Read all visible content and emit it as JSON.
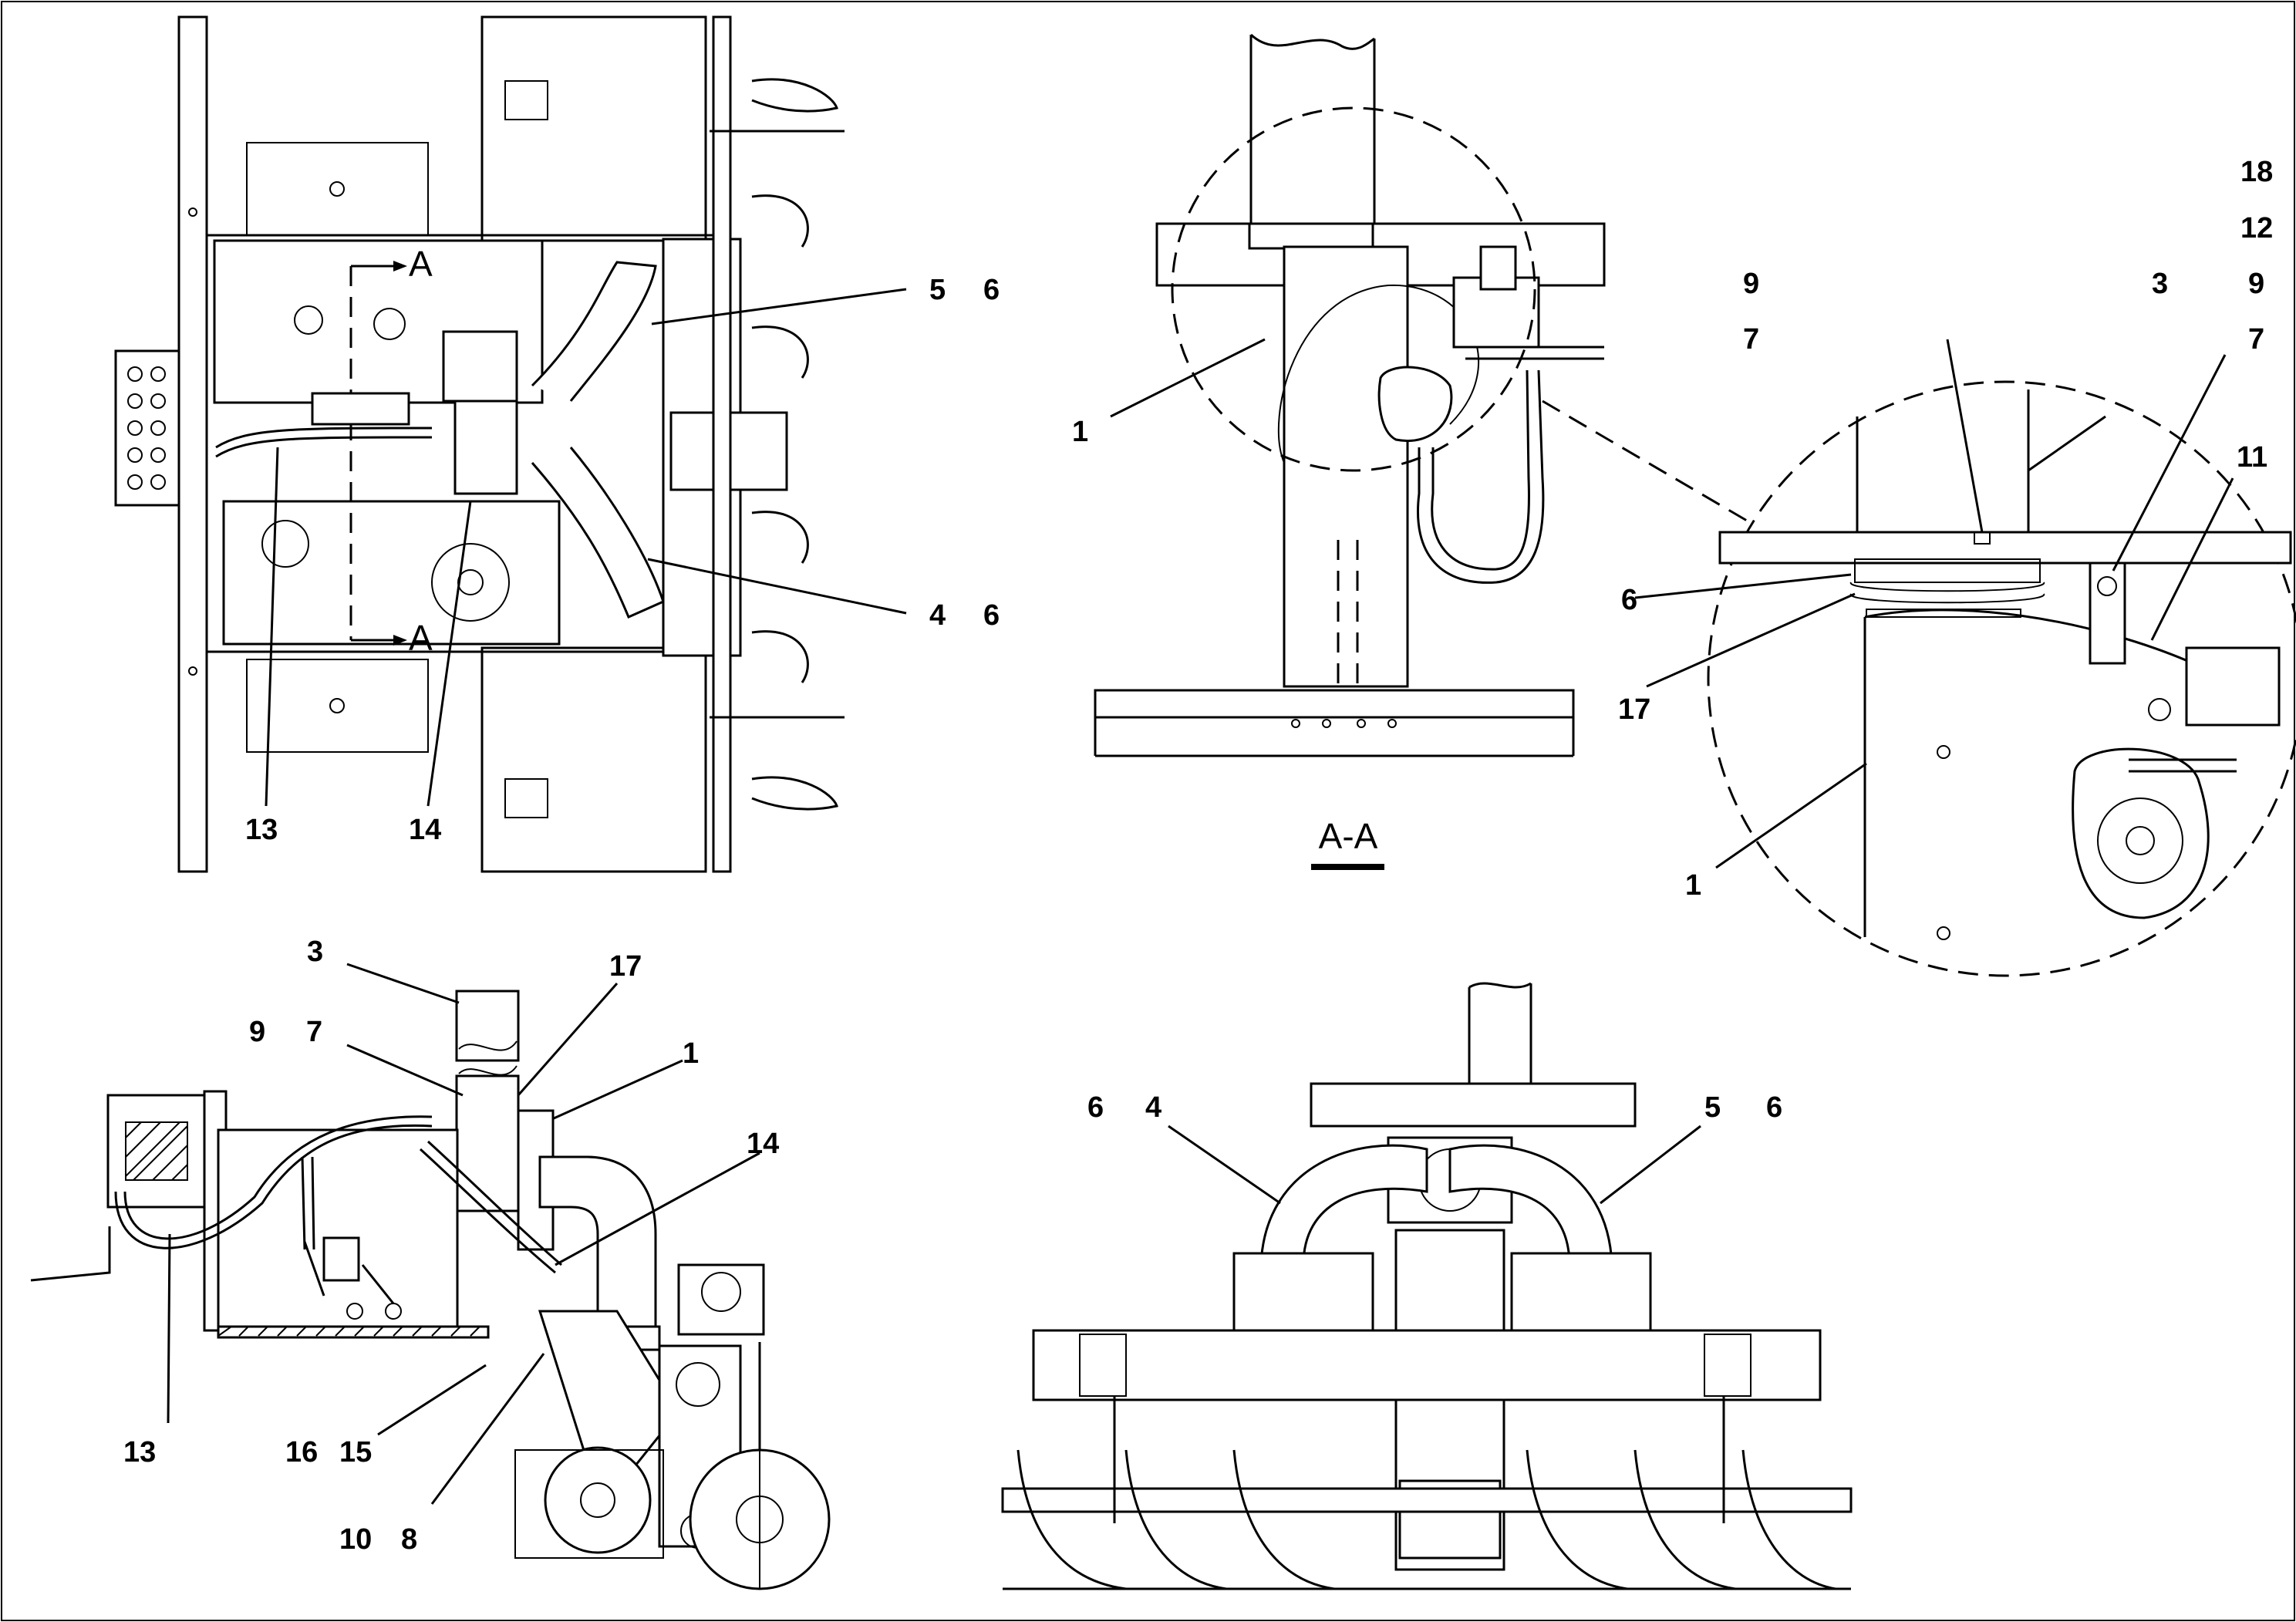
{
  "section_marker": "A",
  "section_title": "A-A",
  "callouts": {
    "top_left": [
      "5",
      "6",
      "4",
      "6",
      "13",
      "14"
    ],
    "section_view": [
      "1"
    ],
    "detail": [
      "18",
      "12",
      "9",
      "3",
      "9",
      "7",
      "7",
      "11",
      "6",
      "17",
      "1"
    ],
    "side_view": [
      "3",
      "17",
      "9",
      "7",
      "1",
      "14",
      "13",
      "16",
      "15",
      "10",
      "8"
    ],
    "front_view": [
      "6",
      "4",
      "5",
      "6"
    ]
  }
}
